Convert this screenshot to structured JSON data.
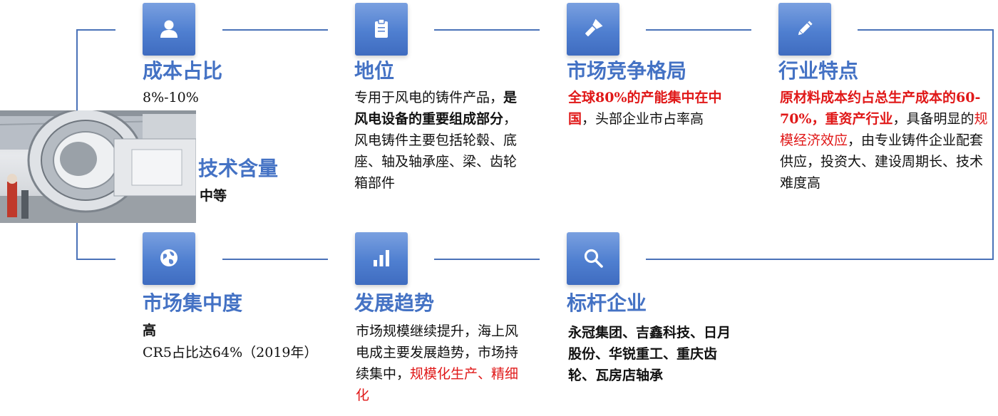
{
  "colors": {
    "accent": "#4472c4",
    "line": "#4a72b8",
    "highlight": "#e01818"
  },
  "nodes": {
    "cost_share": {
      "icon": "user-icon",
      "title": "成本占比",
      "value": "8%-10%"
    },
    "tech_content": {
      "title": "技术含量",
      "value": "中等"
    },
    "position": {
      "icon": "clipboard-icon",
      "title": "地位",
      "p1": "专用于风电的铸件产品，",
      "p2_bold": "是风电设备的重要组成部分",
      "p3": "，风电铸件主要包括轮毂、底座、轴及轴承座、梁、齿轮箱部件"
    },
    "competition": {
      "icon": "flashlight-icon",
      "title": "市场竞争格局",
      "red": "全球80%的产能集中在中国",
      "rest": "，头部企业市占率高"
    },
    "industry": {
      "icon": "pencil-icon",
      "title": "行业特点",
      "red": "原材料成本约占总生产成本的60-70%，重资产行业",
      "t1": "，具备明显的",
      "red2": "规模经济效应",
      "t2": "，由专业铸件企业配套供应，投资大、建设周期长、技术难度高"
    },
    "concentration": {
      "icon": "globe-icon",
      "title": "市场集中度",
      "value_bold": "高",
      "detail": "CR5占比达64%（2019年）"
    },
    "trend": {
      "icon": "bar-chart-icon",
      "title": "发展趋势",
      "t1": "市场规模继续提升，海上风电成主要发展趋势，市场持续集中，",
      "red": "规模化生产、精细化"
    },
    "benchmark": {
      "icon": "search-icon",
      "title": "标杆企业",
      "companies": "永冠集团、吉鑫科技、日月股份、华锐重工、重庆齿轮、瓦房店轴承"
    }
  }
}
